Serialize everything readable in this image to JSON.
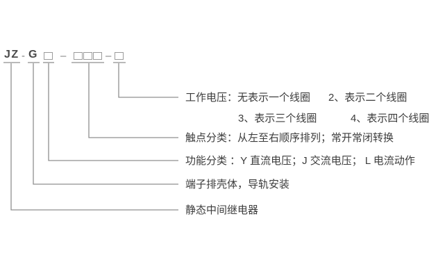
{
  "figure": {
    "title_semantic": "relay-model-number-nomenclature",
    "background_color": "#ffffff",
    "line_color": "#8f8f8f",
    "text_color": "#3c3c3c",
    "code_color": "#4a4a4a",
    "box_border_color": "#9b9b9b"
  },
  "model_code": {
    "full": "JZ-G□-□□□-□",
    "prefix": "JZ",
    "dash1": "-",
    "series": "G",
    "dash2": "–",
    "dash3": "–"
  },
  "callouts": {
    "working_voltage": {
      "row1_left": "工作电压：无表示一个线圈",
      "row1_right": "2、表示二个线圈",
      "row2_left": "3、表示三个线圈",
      "row2_right": "4、表示四个线圈"
    },
    "contact_class": {
      "text": "触点分类：从左至右顺序排列；常开常闭转换"
    },
    "function_class": {
      "text": "功能分类 ：Y 直流电压；J 交流电压； L 电流动作"
    },
    "housing": {
      "text": "端子排壳体，导轨安装"
    },
    "product_type": {
      "text": "静态中间继电器"
    }
  }
}
